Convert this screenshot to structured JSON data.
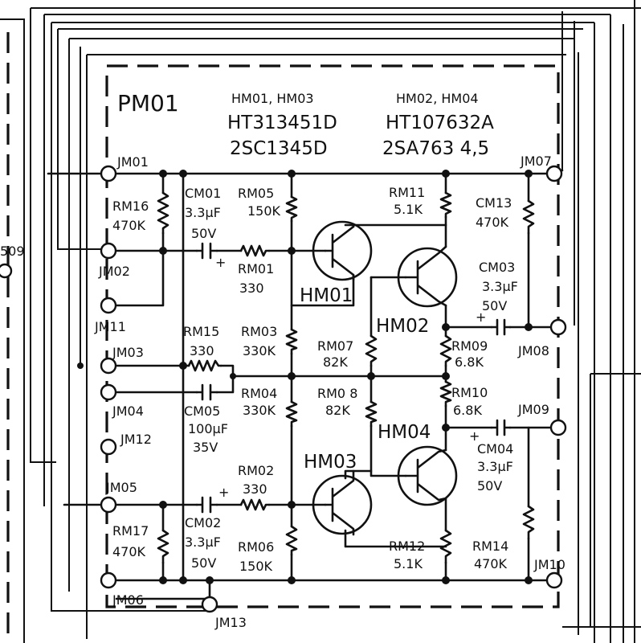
{
  "module": {
    "name": "PM01",
    "header": {
      "col1_refs": "HM01, HM03",
      "col1_part_a": "HT313451D",
      "col1_part_b": "2SC1345D",
      "col2_refs": "HM02, HM04",
      "col2_part_a": "HT107632A",
      "col2_part_b": "2SA763 4,5"
    }
  },
  "terminals": {
    "jm01": "JM01",
    "jm02": "JM02",
    "jm03": "JM03",
    "jm04": "JM04",
    "jm05": "JM05",
    "jm06": "JM06",
    "jm07": "JM07",
    "jm08": "JM08",
    "jm09": "JM09",
    "jm10": "JM10",
    "jm11": "JM11",
    "jm12": "JM12",
    "jm13": "JM13",
    "external_509": "509"
  },
  "transistors": {
    "hm01": "HM01",
    "hm02": "HM02",
    "hm03": "HM03",
    "hm04": "HM04"
  },
  "resistors": {
    "rm01": {
      "ref": "RM01",
      "value": "330"
    },
    "rm02": {
      "ref": "RM02",
      "value": "330"
    },
    "rm03": {
      "ref": "RM03",
      "value": "330K"
    },
    "rm04": {
      "ref": "RM04",
      "value": "330K"
    },
    "rm05": {
      "ref": "RM05",
      "value": "150K"
    },
    "rm06": {
      "ref": "RM06",
      "value": "150K"
    },
    "rm07": {
      "ref": "RM07",
      "value": "82K"
    },
    "rm08": {
      "ref": "RM0 8",
      "value": "82K"
    },
    "rm09": {
      "ref": "RM09",
      "value": "6.8K"
    },
    "rm10": {
      "ref": "RM10",
      "value": "6.8K"
    },
    "rm11": {
      "ref": "RM11",
      "value": "5.1K"
    },
    "rm12": {
      "ref": "RM12",
      "value": "5.1K"
    },
    "rm14": {
      "ref": "RM14",
      "value": "470K"
    },
    "rm15": {
      "ref": "RM15",
      "value": "330"
    },
    "rm16": {
      "ref": "RM16",
      "value": "470K"
    },
    "rm17": {
      "ref": "RM17",
      "value": "470K"
    }
  },
  "capacitors": {
    "cm01": {
      "ref": "CM01",
      "cap": "3.3μF",
      "volt": "50V"
    },
    "cm02": {
      "ref": "CM02",
      "cap": "3.3μF",
      "volt": "50V"
    },
    "cm03": {
      "ref": "CM03",
      "cap": "3.3μF",
      "volt": "50V"
    },
    "cm04": {
      "ref": "CM04",
      "cap": "3.3μF",
      "volt": "50V"
    },
    "cm05": {
      "ref": "CM05",
      "cap": "100μF",
      "volt": "35V"
    },
    "cm13": {
      "ref": "CM13",
      "cap": "470K"
    }
  },
  "polarity": "+"
}
